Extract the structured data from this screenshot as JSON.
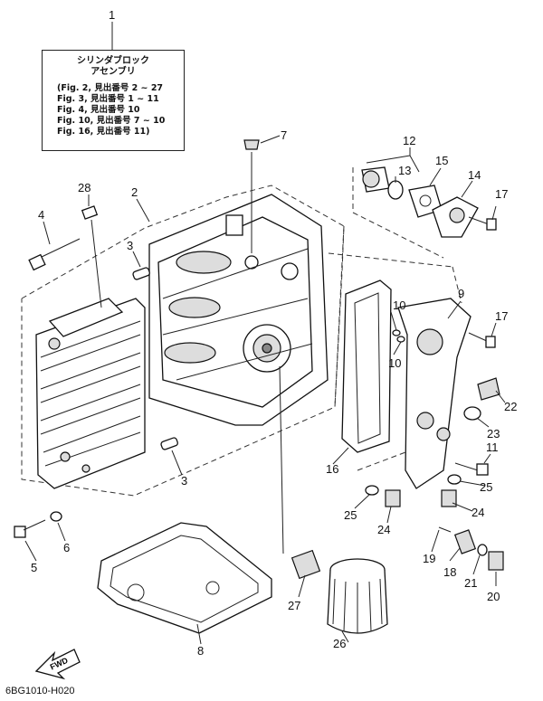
{
  "note": {
    "number": "1",
    "title_line1": "シリンダブロック",
    "title_line2": "アセンブリ",
    "refs": [
      "(Fig. 2, 見出番号  2 ~ 27",
      " Fig. 3, 見出番号  1 ~ 11",
      " Fig. 4, 見出番号  10",
      " Fig. 10, 見出番号  7 ~ 10",
      " Fig. 16, 見出番号  11)"
    ]
  },
  "callouts": {
    "c2": "2",
    "c3a": "3",
    "c3b": "3",
    "c4": "4",
    "c5": "5",
    "c6": "6",
    "c7": "7",
    "c8": "8",
    "c9": "9",
    "c10a": "10",
    "c10b": "10",
    "c11": "11",
    "c12": "12",
    "c13": "13",
    "c14": "14",
    "c15": "15",
    "c16": "16",
    "c17a": "17",
    "c17b": "17",
    "c18": "18",
    "c19": "19",
    "c20": "20",
    "c21": "21",
    "c22": "22",
    "c23": "23",
    "c24a": "24",
    "c24b": "24",
    "c25a": "25",
    "c25b": "25",
    "c26": "26",
    "c27": "27",
    "c28": "28"
  },
  "fwd": "FWD",
  "drawing_code": "6BG1010-H020"
}
